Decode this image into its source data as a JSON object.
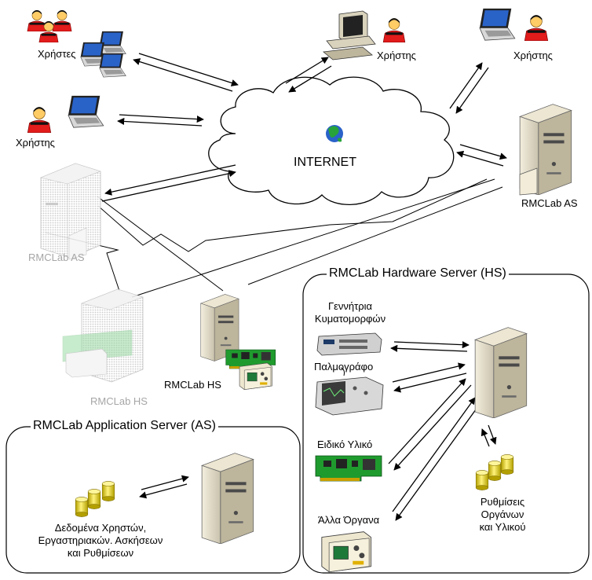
{
  "internet": {
    "label": "INTERNET"
  },
  "users": {
    "group_label": "Χρήστες",
    "user_left_label": "Χρήστης",
    "user_pc_label": "Χρήστης",
    "user_laptop_right_label": "Χρήστης"
  },
  "servers": {
    "as_right_label": "RMCLab AS",
    "as_ghost_label": "RMCLab AS",
    "hs_label": "RMCLab HS",
    "hs_ghost_label": "RMCLab HS"
  },
  "as_box": {
    "title": "RMCLab Application Server (AS)",
    "db_label_lines": [
      "Δεδομένα Χρηστών,",
      "Εργαστηριακών. Ασκήσεων",
      "και Ρυθμίσεων"
    ]
  },
  "hs_box": {
    "title": "RMCLab Hardware Server (HS)",
    "generator_lines": [
      "Γεννήτρια",
      "Κυματομορφών"
    ],
    "oscilloscope": "Παλμογράφο",
    "special_hw": "Ειδικό Υλικό",
    "other_instruments": "Άλλα Όργανα",
    "settings_db_lines": [
      "Ρυθμίσεις",
      "Οργάνων",
      "και Υλικού"
    ]
  }
}
